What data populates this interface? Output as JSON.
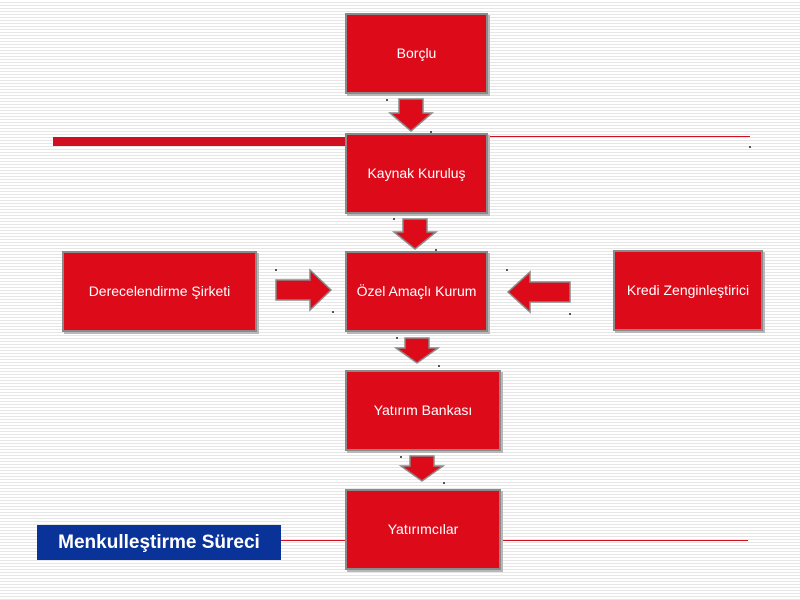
{
  "title": "Menkulleştirme Süreci",
  "nodes": {
    "borclu": "Borçlu",
    "kaynak_kurulus": "Kaynak Kuruluş",
    "ozel_amacli_kurum": "Özel Amaçlı Kurum",
    "derecelendirme": "Derecelendirme Şirketi",
    "kredi_zenginlestirici": "Kredi Zenginleştirici",
    "yatirim_bankasi": "Yatırım Bankası",
    "yatirimcilar": "Yatırımcılar"
  },
  "colors": {
    "node_fill": "#dd0a1a",
    "node_border": "#8a8a8a",
    "title_fill": "#0a3399",
    "accent_line": "#d01020"
  }
}
